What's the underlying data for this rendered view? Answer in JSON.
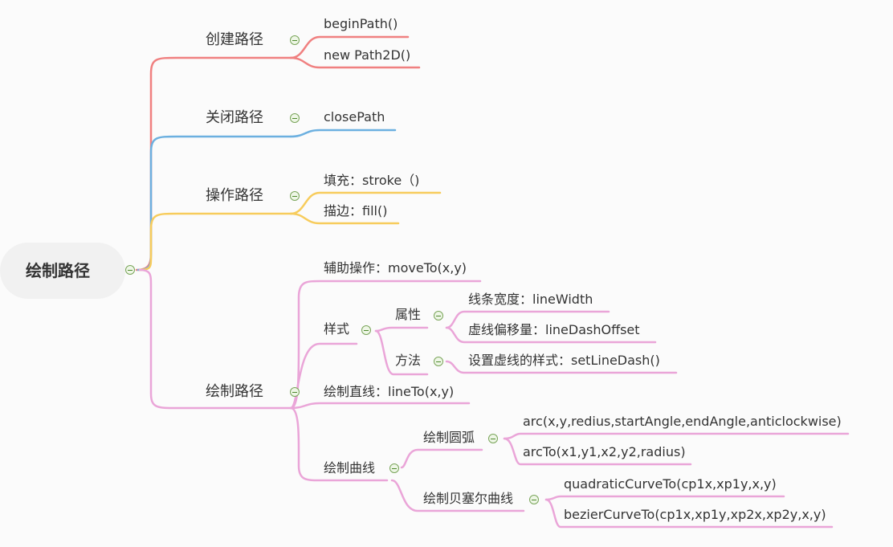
{
  "root": {
    "label": "绘制路径"
  },
  "colors": {
    "red": "#f08080",
    "blue": "#6cb0e0",
    "yellow": "#f7cc5c",
    "pink": "#eaa5d8",
    "toggle": "#7aa55a"
  },
  "branches": [
    {
      "label": "创建路径",
      "children": [
        "beginPath()",
        "new Path2D()"
      ]
    },
    {
      "label": "关闭路径",
      "children": [
        "closePath"
      ]
    },
    {
      "label": "操作路径",
      "children": [
        "填充：stroke（)",
        "描边：fill()"
      ]
    },
    {
      "label": "绘制路径",
      "children": [
        {
          "label": "辅助操作：moveTo(x,y)"
        },
        {
          "label": "样式",
          "children": [
            {
              "label": "属性",
              "children": [
                "线条宽度：lineWidth",
                "虚线偏移量：lineDashOffset"
              ]
            },
            {
              "label": "方法",
              "children": [
                "设置虚线的样式：setLineDash()"
              ]
            }
          ]
        },
        {
          "label": "绘制直线：lineTo(x,y)"
        },
        {
          "label": "绘制曲线",
          "children": [
            {
              "label": "绘制圆弧",
              "children": [
                "arc(x,y,redius,startAngle,endAngle,anticlockwise)",
                "arcTo(x1,y1,x2,y2,radius)"
              ]
            },
            {
              "label": "绘制贝塞尔曲线",
              "children": [
                "quadraticCurveTo(cp1x,xp1y,x,y)",
                "bezierCurveTo(cp1x,xp1y,xp2x,xp2y,x,y)"
              ]
            }
          ]
        }
      ]
    }
  ]
}
